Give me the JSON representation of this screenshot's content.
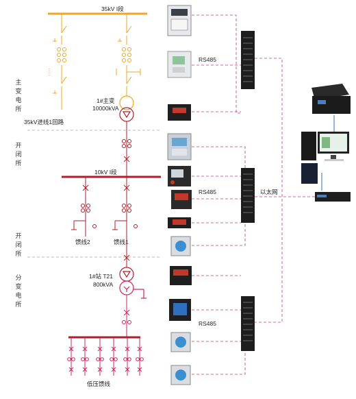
{
  "diagram": {
    "bus_35kv": "35kV Ⅰ段",
    "bus_10kv": "10kV Ⅰ段",
    "transformer_main": {
      "name": "1#主变",
      "rating": "10000kVA"
    },
    "incoming_line": "35kV进线1回路",
    "transformer_t21": {
      "name": "1#站 T21",
      "rating": "800kVA"
    },
    "feeder_1": "馈线1",
    "feeder_2": "馈线2",
    "low_voltage_feeder": "低压馈线",
    "rs485_labels": [
      "RS485",
      "RS485",
      "RS485"
    ],
    "ethernet_label": "以太网",
    "section_labels": [
      [
        "主",
        "变",
        "电",
        "所"
      ],
      [
        "开",
        "闭",
        "所"
      ],
      [
        "开",
        "闭",
        "所"
      ],
      [
        "分",
        "变",
        "电",
        "所"
      ]
    ]
  },
  "colors": {
    "orange_35kv": "#f3a623",
    "red_10kv": "#b11e2b",
    "pink_lv": "#d2225a",
    "dashed_link": "#c8347f",
    "ethernet": "#2c6fb7",
    "divider": "#bbbbbb"
  }
}
